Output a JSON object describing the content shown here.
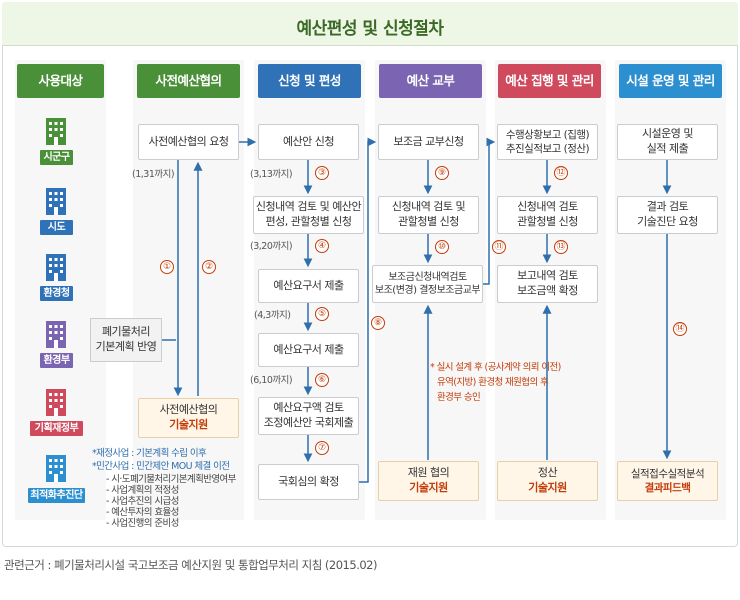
{
  "title": "예산편성 및 신청절차",
  "headers": {
    "users": "사용대상",
    "pre": "사전예산협의",
    "apply": "신청 및 편성",
    "grant": "예산 교부",
    "exec": "예산 집행 및 관리",
    "operate": "시설 운영 및 관리"
  },
  "header_colors": {
    "users": "#4a9038",
    "pre": "#4a9038",
    "apply": "#2f72b8",
    "grant": "#7b64b2",
    "exec": "#d04a5d",
    "operate": "#2c8fcf"
  },
  "orgs": [
    {
      "label": "시군구",
      "color": "#4a9038"
    },
    {
      "label": "시도",
      "color": "#2f72b8"
    },
    {
      "label": "환경청",
      "color": "#2f72b8"
    },
    {
      "label": "환경부",
      "color": "#7b64b2"
    },
    {
      "label": "기획재정부",
      "color": "#d04a5d"
    },
    {
      "label": "최적화추진단",
      "color": "#2c8fcf"
    }
  ],
  "boxes": {
    "pre_request": "사전예산협의 요청",
    "pre_support_1": "사전예산협의",
    "pre_support_2": "기술지원",
    "waste_plan": "폐기물처리\n기본계획 반영",
    "apply_budget": "예산안 신청",
    "apply_review": "신청내역 검토 및 예산안\n편성, 관할청별 신청",
    "apply_submit_1": "예산요구서 제출",
    "apply_submit_2": "예산요구서 제출",
    "apply_assembly": "예산요구액 검토\n조정예산안 국회제출",
    "apply_confirm": "국회심의 확정",
    "grant_request": "보조금 교부신청",
    "grant_review": "신청내역 검토 및\n관할청별 신청",
    "grant_decision": "보조금신청내역검토\n보조(변경) 결정보조금교부",
    "grant_support_1": "재원 협의",
    "grant_support_2": "기술지원",
    "exec_report": "수행상황보고 (집행)\n추진실적보고 (정산)",
    "exec_review": "신청내역 검토\n관할청별 신청",
    "exec_confirm": "보고내역 검토\n보조금액 확정",
    "exec_support_1": "정산",
    "exec_support_2": "기술지원",
    "op_submit": "시설운영 및\n실적 제출",
    "op_request": "결과 검토\n기술진단 요청",
    "op_analysis_1": "실적접수실적분석",
    "op_analysis_2": "결과피드백"
  },
  "dates": {
    "d1": "(1,31까지)",
    "d2": "(3,13까지)",
    "d3": "(3,20까지)",
    "d4": "(4,3까지)",
    "d5": "(6,10까지)"
  },
  "markers": [
    "①",
    "②",
    "③",
    "④",
    "⑤",
    "⑥",
    "⑦",
    "⑧",
    "⑨",
    "⑩",
    "⑪",
    "⑫",
    "⑬",
    "⑭"
  ],
  "legend": {
    "line1": "*재정사업 : 기본계획 수립 이후",
    "line2": "*민간사업 : 민간제안 MOU 체결 이전",
    "items": [
      "- 시·도폐기물처리기본계획반영여부",
      "- 사업계획의 적정성",
      "- 사업추진의 시급성",
      "- 예산투자의 효율성",
      "- 사업진행의 준비성"
    ]
  },
  "red_note": {
    "line1": "* 실시 설계 후 (공사계약 의뢰 이전)",
    "line2": "유역(지방) 환경청 재원협의 후",
    "line3": "환경부 승인"
  },
  "footer": "관련근거 : 폐기물처리시설 국고보조금 예산지원 및 통합업무처리 지침 (2015.02)"
}
